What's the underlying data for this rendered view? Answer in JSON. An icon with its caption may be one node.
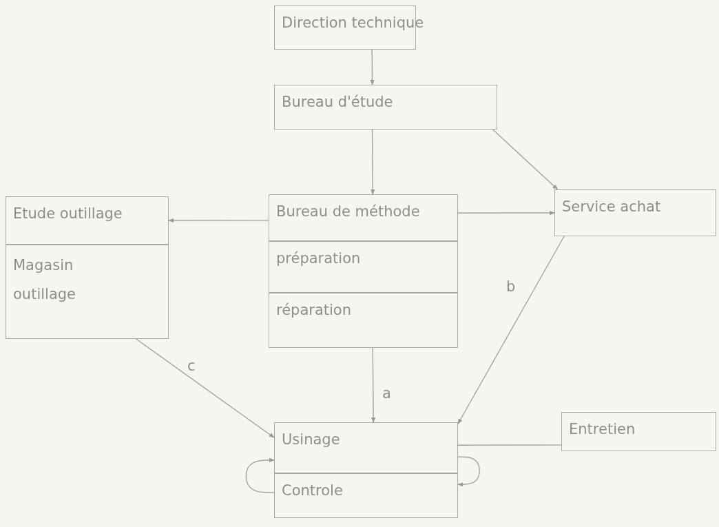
{
  "diagram": {
    "nodes": [
      {
        "text": [
          "Direction technique"
        ]
      },
      {
        "text": [
          "Bureau d'étude"
        ]
      },
      {
        "text": [
          "Etude outillage"
        ]
      },
      {
        "text": [
          "Magasin outillage"
        ]
      },
      {
        "text": [
          "Bureau de méthode"
        ]
      },
      {
        "text": [
          "préparation"
        ]
      },
      {
        "text": [
          "réparation"
        ]
      },
      {
        "text": [
          "Service achat"
        ]
      },
      {
        "text": [
          "Usinage"
        ]
      },
      {
        "text": [
          "Controle"
        ]
      },
      {
        "text": [
          "Entretien"
        ]
      }
    ],
    "edges": [
      {
        "from": 0,
        "to": 1,
        "arrow": "to"
      },
      {
        "from": 1,
        "to": 4,
        "arrow": "to"
      },
      {
        "from": 1,
        "to": 7,
        "arrow": "to"
      },
      {
        "from": 4,
        "to": 2,
        "arrow": "to"
      },
      {
        "from": 4,
        "to": 7,
        "arrow": "to"
      },
      {
        "from": 6,
        "to": 8,
        "arrow": "to",
        "label": "a"
      },
      {
        "from": 7,
        "to": 8,
        "arrow": "to",
        "label": "b"
      },
      {
        "from": 3,
        "to": 8,
        "arrow": "to",
        "label": "c"
      },
      {
        "from": 9,
        "to": 8,
        "arrow": "to"
      },
      {
        "from": 8,
        "to": 9,
        "arrow": "to"
      },
      {
        "from": 8,
        "to": 10,
        "arrow": "none"
      }
    ]
  }
}
